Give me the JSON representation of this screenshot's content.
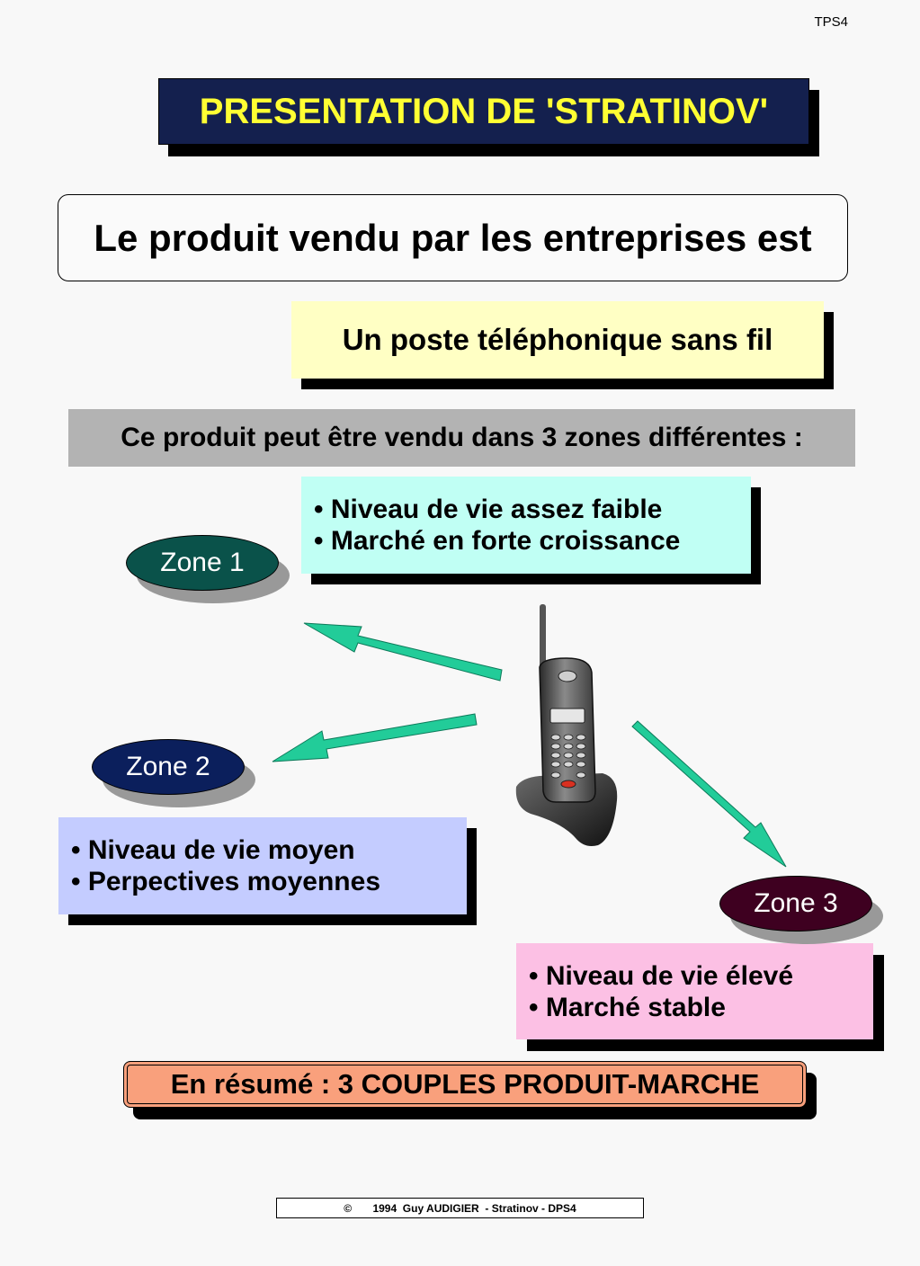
{
  "page_code": "TPS4",
  "title": "PRESENTATION DE 'STRATINOV'",
  "intro": "Le produit vendu par les entreprises est",
  "product": "Un poste téléphonique sans fil",
  "zones_banner": "Ce produit peut être vendu dans 3 zones différentes :",
  "zones": [
    {
      "label": "Zone 1",
      "color": "#0a524a",
      "box_color": "#c0fff4",
      "bullets": [
        "• Niveau de vie assez faible",
        "• Marché en forte croissance"
      ]
    },
    {
      "label": "Zone 2",
      "color": "#0b1f5c",
      "box_color": "#c4ccff",
      "bullets": [
        "• Niveau de vie moyen",
        "• Perpectives  moyennes"
      ]
    },
    {
      "label": "Zone 3",
      "color": "#3e0020",
      "box_color": "#fcc0e4",
      "bullets": [
        "• Niveau de vie élevé",
        "• Marché stable"
      ]
    }
  ],
  "arrow_color": "#22cc99",
  "summary": "En résumé : 3 COUPLES PRODUIT-MARCHE",
  "footer": "©       1994  Guy AUDIGIER  - Stratinov - DPS4",
  "icons": {
    "product_image": "cordless-phone-icon"
  }
}
